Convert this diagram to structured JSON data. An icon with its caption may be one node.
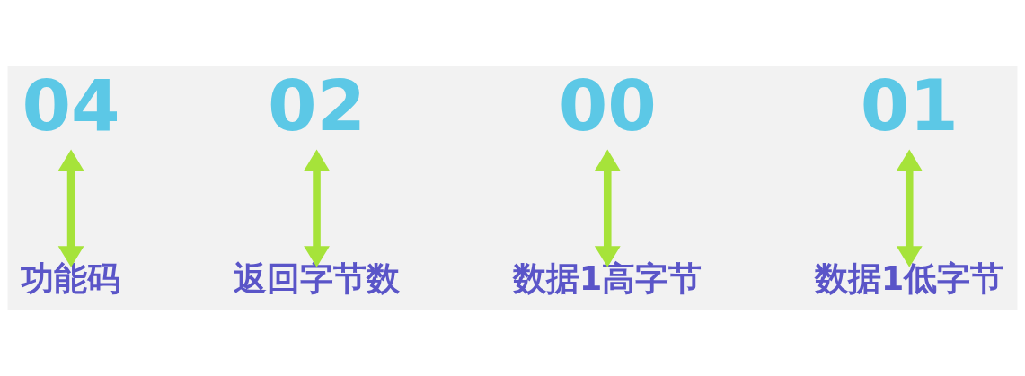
{
  "diagram": {
    "nodes": [
      {
        "text": [
          "04"
        ]
      },
      {
        "text": [
          "02"
        ]
      },
      {
        "text": [
          "00"
        ]
      },
      {
        "text": [
          "01"
        ]
      },
      {
        "text": [
          "功能码"
        ]
      },
      {
        "text": [
          "返回字节数"
        ]
      },
      {
        "text": [
          "数据1高字节"
        ]
      },
      {
        "text": [
          "数据1低字节"
        ]
      }
    ],
    "edges": [
      {
        "from": 0,
        "to": 4,
        "arrow": "both"
      },
      {
        "from": 1,
        "to": 5,
        "arrow": "both"
      },
      {
        "from": 2,
        "to": 6,
        "arrow": "both"
      },
      {
        "from": 3,
        "to": 7,
        "arrow": "both"
      }
    ]
  }
}
